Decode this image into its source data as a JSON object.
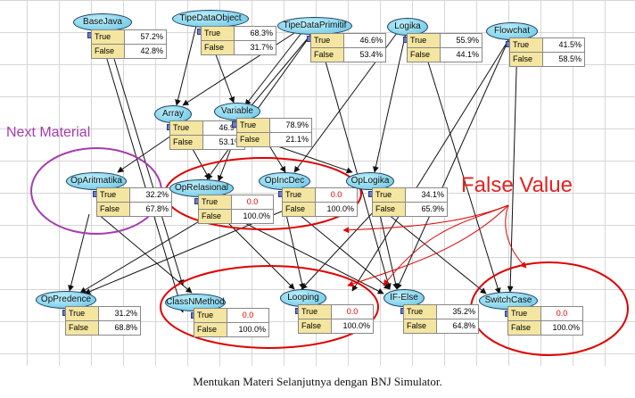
{
  "labels": {
    "true": "True",
    "false": "False"
  },
  "nodes": [
    {
      "id": "BaseJava",
      "name": "BaseJava",
      "true": "57.2%",
      "false": "42.8%"
    },
    {
      "id": "TipeDataObject",
      "name": "TipeDataObject",
      "true": "68.3%",
      "false": "31.7%"
    },
    {
      "id": "TipeDataPrimitif",
      "name": "TipeDataPrimitif",
      "true": "46.6%",
      "false": "53.4%"
    },
    {
      "id": "Logika",
      "name": "Logika",
      "true": "55.9%",
      "false": "44.1%"
    },
    {
      "id": "Flowchat",
      "name": "Flowchat",
      "true": "41.5%",
      "false": "58.5%"
    },
    {
      "id": "Array",
      "name": "Array",
      "true": "46.9%",
      "false": "53.1%"
    },
    {
      "id": "Variable",
      "name": "Variable",
      "true": "78.9%",
      "false": "21.1%"
    },
    {
      "id": "OpAritmatika",
      "name": "OpAritmatika",
      "true": "32.2%",
      "false": "67.8%"
    },
    {
      "id": "OpRelasional",
      "name": "OpRelasional",
      "true": "0.0",
      "false": "100.0%"
    },
    {
      "id": "OpIncDec",
      "name": "OpIncDec",
      "true": "0.0",
      "false": "100.0%"
    },
    {
      "id": "OpLogika",
      "name": "OpLogika",
      "true": "34.1%",
      "false": "65.9%"
    },
    {
      "id": "OpPredence",
      "name": "OpPredence",
      "true": "31.2%",
      "false": "68.8%"
    },
    {
      "id": "ClassNMethod",
      "name": "ClassNMethod",
      "true": "0.0",
      "false": "100.0%"
    },
    {
      "id": "Looping",
      "name": "Looping",
      "true": "0.0",
      "false": "100.0%"
    },
    {
      "id": "IFElse",
      "name": "IF-Else",
      "true": "35.2%",
      "false": "64.8%"
    },
    {
      "id": "SwitchCase",
      "name": "SwitchCase",
      "true": "0.0",
      "false": "100.0%"
    }
  ],
  "annotations": {
    "next_material": "Next Material",
    "false_value": "False Value"
  },
  "caption": "Mentukan Materi Selanjutnya dengan BNJ Simulator.",
  "colors": {
    "highlight": "#e00000",
    "next_material": "#a63bb0",
    "node_fill": "#8fd6ee",
    "table_label": "#f4e6a0"
  }
}
